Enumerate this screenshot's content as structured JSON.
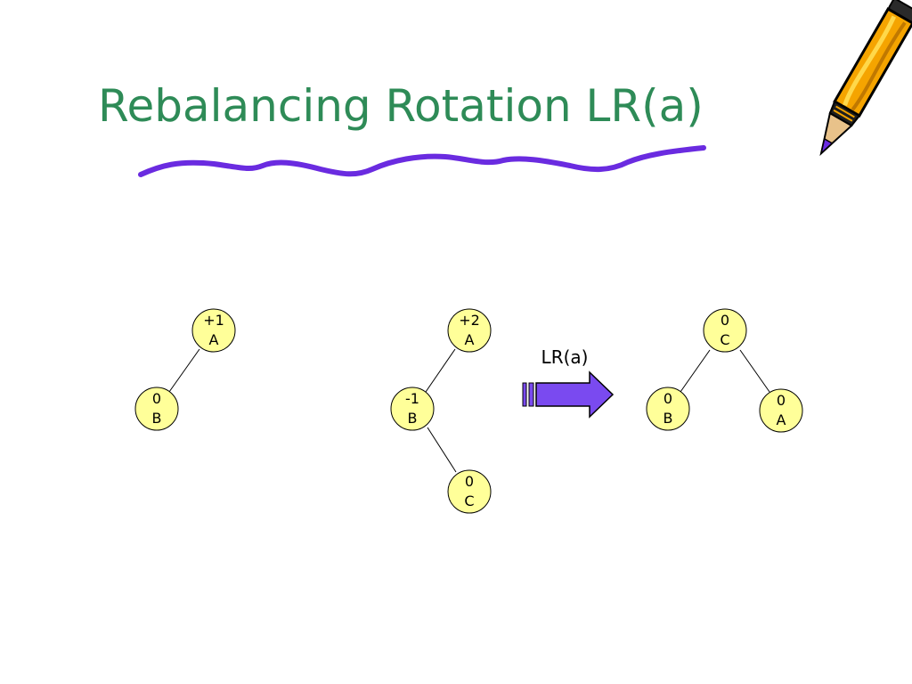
{
  "slide": {
    "title": "Rebalancing Rotation LR(a)",
    "title_color": "#2e8b57",
    "underline_color": "#6a2be0",
    "decoration_icon": "pencil-icon"
  },
  "trees": [
    {
      "name": "before-insert",
      "nodes": [
        {
          "id": "t1-A",
          "balance": "+1",
          "label": "A"
        },
        {
          "id": "t1-B",
          "balance": "0",
          "label": "B"
        }
      ],
      "edges": [
        [
          "t1-A",
          "t1-B"
        ]
      ]
    },
    {
      "name": "after-insert",
      "nodes": [
        {
          "id": "t2-A",
          "balance": "+2",
          "label": "A"
        },
        {
          "id": "t2-B",
          "balance": "-1",
          "label": "B"
        },
        {
          "id": "t2-C",
          "balance": "0",
          "label": "C"
        }
      ],
      "edges": [
        [
          "t2-A",
          "t2-B"
        ],
        [
          "t2-B",
          "t2-C"
        ]
      ]
    },
    {
      "name": "after-rotation",
      "nodes": [
        {
          "id": "t3-C",
          "balance": "0",
          "label": "C"
        },
        {
          "id": "t3-B",
          "balance": "0",
          "label": "B"
        },
        {
          "id": "t3-A",
          "balance": "0",
          "label": "A"
        }
      ],
      "edges": [
        [
          "t3-C",
          "t3-B"
        ],
        [
          "t3-C",
          "t3-A"
        ]
      ]
    }
  ],
  "rotation_arrow": {
    "label": "LR(a)",
    "icon": "right-arrow-icon",
    "fill_color": "#7a4af0"
  },
  "node_fill_color": "#ffff99"
}
